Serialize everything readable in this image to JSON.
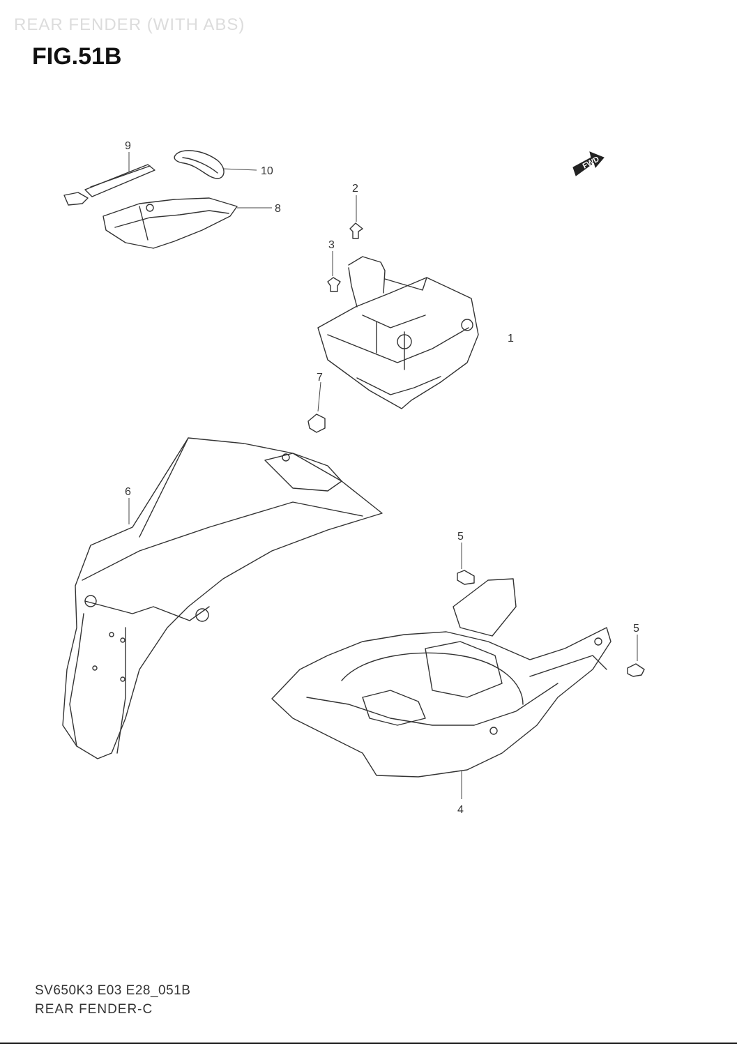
{
  "header": {
    "section_title": "REAR FENDER (WITH ABS)",
    "figure_label": "FIG.51B"
  },
  "orientation_marker": {
    "text": "FWD",
    "icon": "forward-arrow-icon"
  },
  "callouts": {
    "part_1": "1",
    "part_2": "2",
    "part_3": "3",
    "part_4": "4",
    "part_5_upper": "5",
    "part_5_lower": "5",
    "part_6": "6",
    "part_7": "7",
    "part_8": "8",
    "part_9": "9",
    "part_10": "10"
  },
  "footer": {
    "diagram_code": "SV650K3 E03 E28_051B",
    "diagram_name": "REAR FENDER-C"
  }
}
